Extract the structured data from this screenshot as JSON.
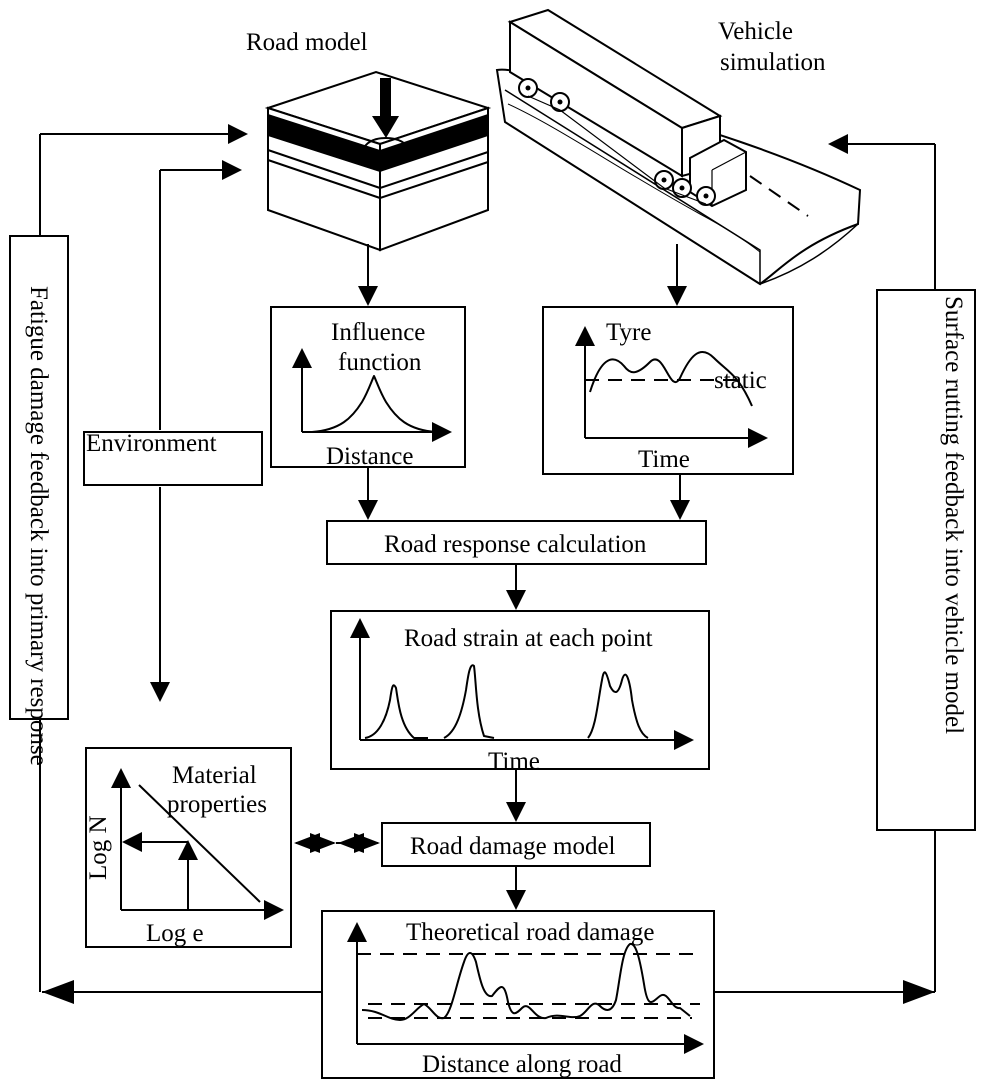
{
  "labels": {
    "road_model": "Road model",
    "vehicle_simulation_line1": "Vehicle",
    "vehicle_simulation_line2": "simulation",
    "influence_line1": "Influence",
    "influence_line2": "function",
    "influence_axis": "Distance",
    "tyre": "Tyre",
    "static": "static",
    "tyre_axis": "Time",
    "environment": "Environment",
    "road_response": "Road response calculation",
    "road_strain": "Road strain at each point",
    "strain_axis": "Time",
    "material_line1": "Material",
    "material_line2": "properties",
    "log_n": "Log N",
    "log_e": "Log e",
    "road_damage_model": "Road  damage  model",
    "theoretical_damage": "Theoretical  road  damage",
    "distance_along_road": "Distance  along  road",
    "fatigue_feedback": "Fatigue damage feedback into primary response",
    "rutting_feedback": "Surface rutting feedback into vehicle model"
  },
  "colors": {
    "line": "#000000",
    "background": "#ffffff"
  }
}
